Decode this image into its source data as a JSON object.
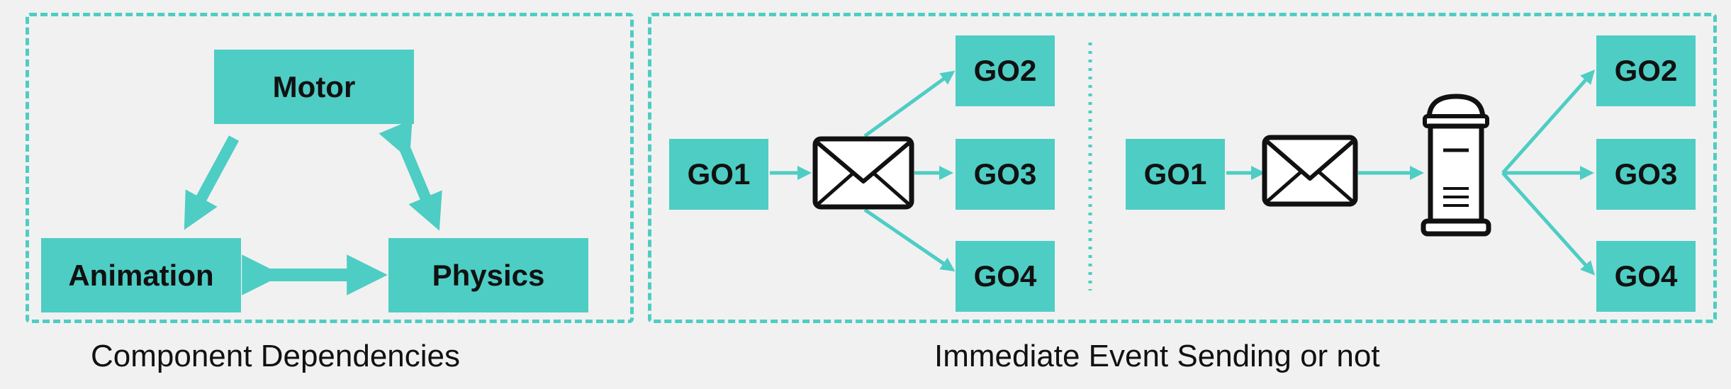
{
  "colors": {
    "accent": "#4ecdc4",
    "text": "#111111",
    "background": "#f1f1f1"
  },
  "left_panel": {
    "nodes": {
      "motor": "Motor",
      "animation": "Animation",
      "physics": "Physics"
    },
    "caption": "Component Dependencies"
  },
  "right_panel": {
    "immediate": {
      "source": "GO1",
      "targets": [
        "GO2",
        "GO3",
        "GO4"
      ],
      "icon": "envelope-icon"
    },
    "queued": {
      "source": "GO1",
      "targets": [
        "GO2",
        "GO3",
        "GO4"
      ],
      "icons": [
        "envelope-icon",
        "mailbox-icon"
      ]
    },
    "caption": "Immediate Event Sending or not"
  }
}
